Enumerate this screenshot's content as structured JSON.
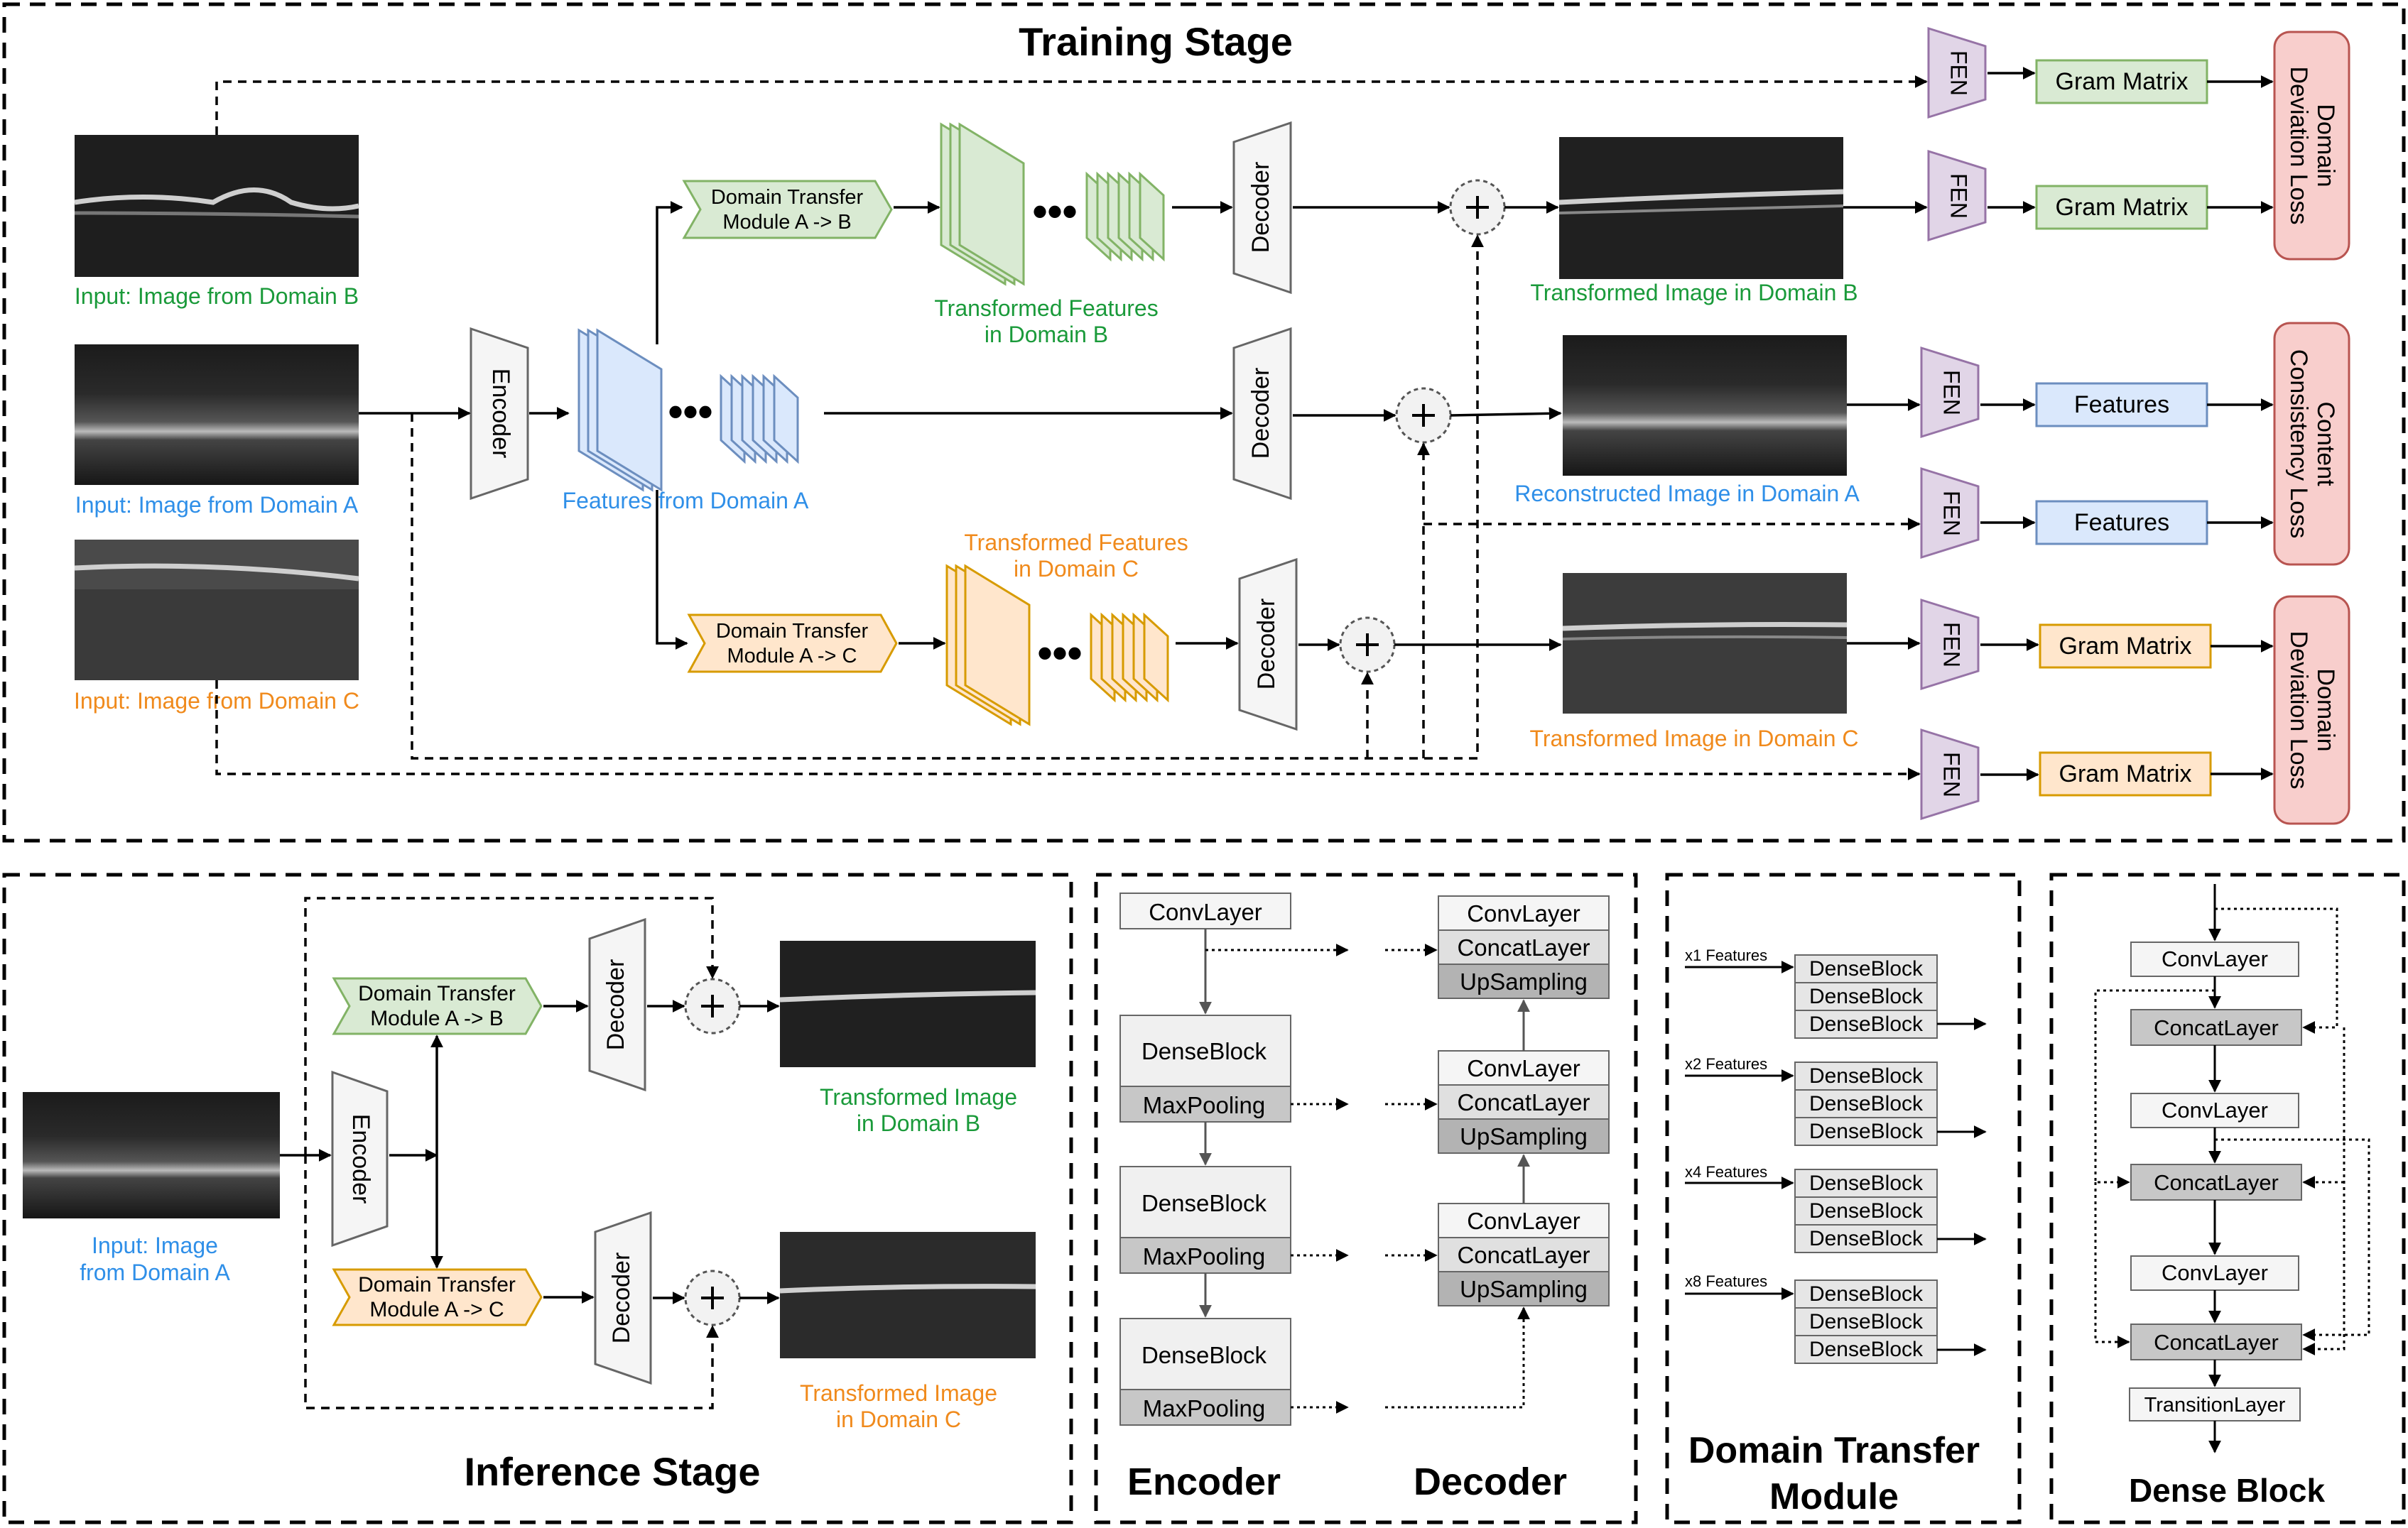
{
  "training": {
    "title": "Training Stage",
    "input_b": "Input: Image from Domain B",
    "input_a": "Input: Image from Domain A",
    "input_c": "Input: Image from Domain C",
    "encoder": "Encoder",
    "decoder": "Decoder",
    "fen": "FEN",
    "features_a": "Features from Domain A",
    "dtm_ab_line1": "Domain Transfer",
    "dtm_ab_line2": "Module A -> B",
    "dtm_ac_line1": "Domain Transfer",
    "dtm_ac_line2": "Module A -> C",
    "tf_b_line1": "Transformed Features",
    "tf_b_line2": "in Domain B",
    "tf_c_line1": "Transformed Features",
    "tf_c_line2": "in Domain C",
    "out_b": "Transformed Image in Domain B",
    "out_a": "Reconstructed Image in Domain A",
    "out_c": "Transformed Image in Domain C",
    "gram_matrix": "Gram Matrix",
    "features": "Features",
    "loss_dev_line1": "Domain",
    "loss_dev_line2": "Deviation Loss",
    "loss_cc_line1": "Content",
    "loss_cc_line2": "Consistency Loss"
  },
  "inference": {
    "title": "Inference Stage",
    "input_line1": "Input: Image",
    "input_line2": "from Domain A",
    "out_b_line1": "Transformed Image",
    "out_b_line2": "in Domain B",
    "out_c_line1": "Transformed Image",
    "out_c_line2": "in Domain C"
  },
  "encdec": {
    "encoder_title": "Encoder",
    "decoder_title": "Decoder",
    "conv": "ConvLayer",
    "dense": "DenseBlock",
    "maxpool": "MaxPooling",
    "concat": "ConcatLayer",
    "upsampling": "UpSampling"
  },
  "dtm": {
    "title_line1": "Domain Transfer",
    "title_line2": "Module",
    "x1": "x1 Features",
    "x2": "x2 Features",
    "x4": "x4 Features",
    "x8": "x8 Features",
    "dense": "DenseBlock"
  },
  "dense_block": {
    "title": "Dense Block",
    "conv": "ConvLayer",
    "concat": "ConcatLayer",
    "transition": "TransitionLayer"
  },
  "colors": {
    "green": "#1a9a3a",
    "blue": "#2f8fe8",
    "orange": "#f08a1c",
    "green_fill": "#d9ead3",
    "green_stroke": "#82b366",
    "blue_fill": "#dae8fc",
    "blue_stroke": "#6c8ebf",
    "orange_fill": "#ffe6cc",
    "orange_stroke": "#d79b00",
    "purple_fill": "#e1d5e7",
    "purple_stroke": "#9673a6",
    "red_fill": "#f8cecc",
    "red_stroke": "#b85450"
  }
}
